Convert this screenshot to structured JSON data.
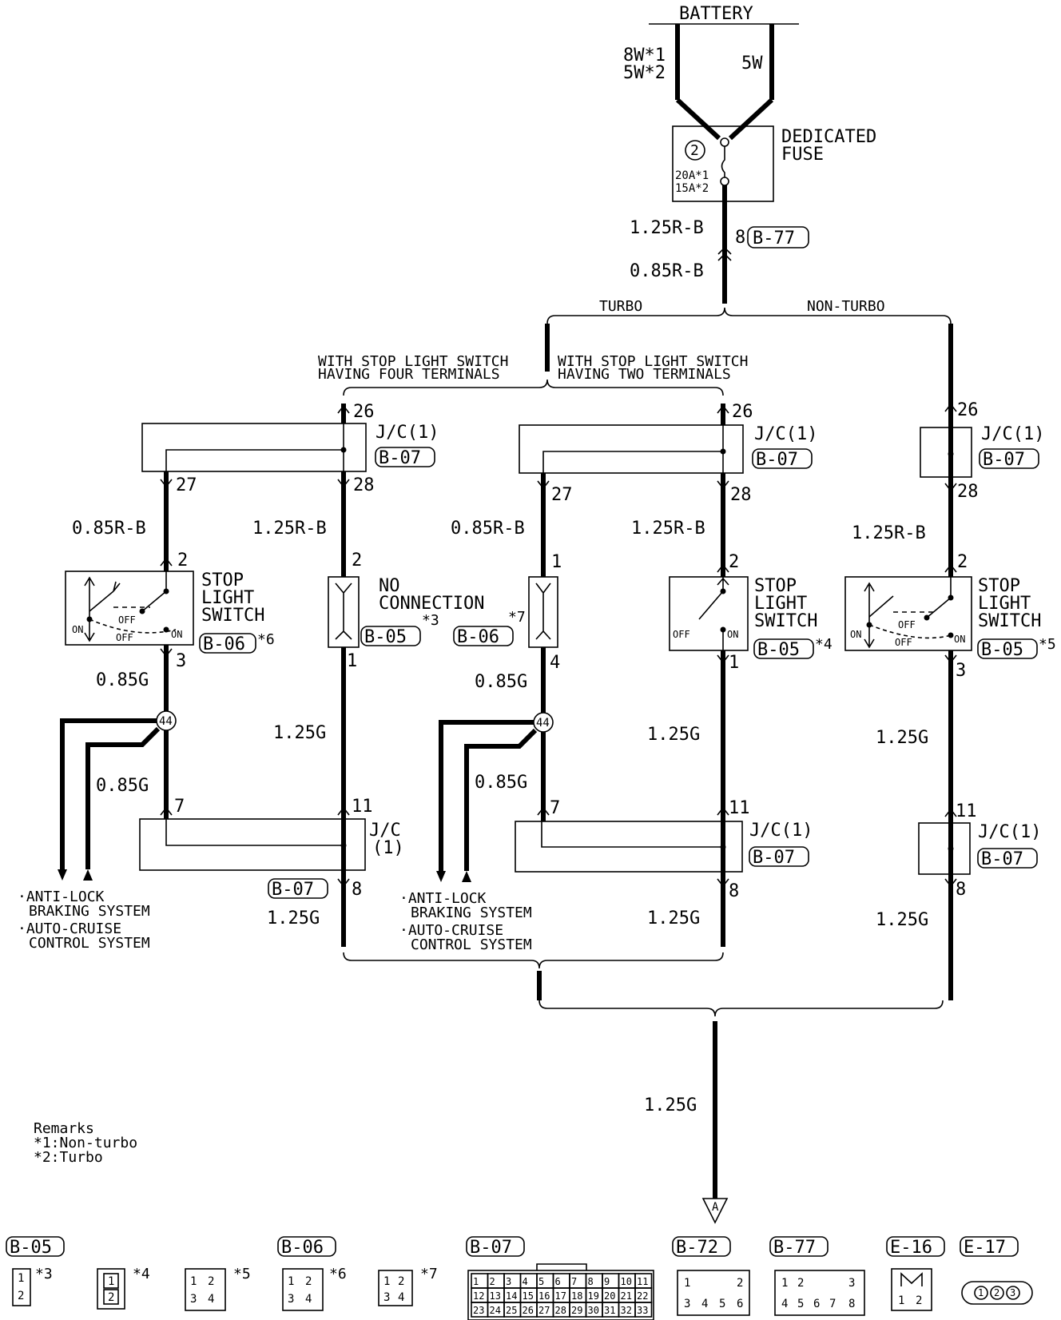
{
  "battery": "BATTERY",
  "power_left": [
    "8W*1",
    "5W*2"
  ],
  "power_right": "5W",
  "fuse": {
    "title": [
      "DEDICATED",
      "FUSE"
    ],
    "number": "2",
    "ratings": [
      "20A*1",
      "15A*2"
    ]
  },
  "main_wires": {
    "top": "1.25R-B",
    "bottom": "0.85R-B",
    "terminal": "8",
    "connector": "B-77"
  },
  "branches": {
    "turbo": "TURBO",
    "non_turbo": "NON-TURBO",
    "four_terminals": [
      "WITH STOP LIGHT SWITCH",
      "HAVING FOUR TERMINALS"
    ],
    "two_terminals": [
      "WITH STOP LIGHT SWITCH",
      "HAVING TWO TERMINALS"
    ]
  },
  "jc": {
    "label": "J/C(1)",
    "label_split": [
      "J/C",
      "(1)"
    ],
    "connector": "B-07"
  },
  "terminals": {
    "t26": "26",
    "t27": "27",
    "t28": "28",
    "t2": "2",
    "t1": "1",
    "t3": "3",
    "t4": "4",
    "t7": "7",
    "t11": "11",
    "t8": "8"
  },
  "wires": {
    "r085": "0.85R-B",
    "r125": "1.25R-B",
    "g085": "0.85G",
    "g125": "1.25G"
  },
  "switch": {
    "title": [
      "STOP",
      "LIGHT",
      "SWITCH"
    ],
    "on": "ON",
    "off": "OFF"
  },
  "no_connection": [
    "NO",
    "CONNECTION"
  ],
  "connectors": {
    "b05": "B-05",
    "b06": "B-06",
    "b07": "B-07",
    "b72": "B-72",
    "b77": "B-77",
    "e16": "E-16",
    "e17": "E-17"
  },
  "notes": {
    "n3": "*3",
    "n4": "*4",
    "n5": "*5",
    "n6": "*6",
    "n7": "*7"
  },
  "splice": "44",
  "systems": [
    "·ANTI-LOCK",
    "BRAKING SYSTEM",
    "·AUTO-CRUISE",
    "CONTROL SYSTEM"
  ],
  "ground_ref": "A",
  "remarks": {
    "title": "Remarks",
    "items": [
      "*1:Non-turbo",
      "*2:Turbo"
    ]
  },
  "connector_pins": {
    "b07_rows": [
      [
        "1",
        "2",
        "3",
        "4",
        "5",
        "6",
        "7",
        "8",
        "9",
        "10",
        "11"
      ],
      [
        "12",
        "13",
        "14",
        "15",
        "16",
        "17",
        "18",
        "19",
        "20",
        "21",
        "22"
      ],
      [
        "23",
        "24",
        "25",
        "26",
        "27",
        "28",
        "29",
        "30",
        "31",
        "32",
        "33"
      ]
    ],
    "b72": [
      "1",
      "2",
      "3",
      "4",
      "5",
      "6"
    ],
    "b77": [
      "1",
      "2",
      "3",
      "4",
      "5",
      "6",
      "7",
      "8"
    ],
    "e16": [
      "1",
      "2"
    ],
    "e17": [
      "1",
      "2",
      "3"
    ],
    "p1": "1",
    "p2": "2",
    "p3": "3",
    "p4": "4"
  }
}
